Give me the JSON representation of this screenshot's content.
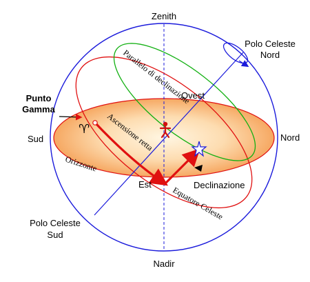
{
  "labels": {
    "zenith": "Zenith",
    "nadir": "Nadir",
    "nord": "Nord",
    "sud": "Sud",
    "ovest": "Ovest",
    "est": "Est",
    "polo_celeste_nord_line1": "Polo Celeste",
    "polo_celeste_nord_line2": "Nord",
    "polo_celeste_sud_line1": "Polo Celeste",
    "polo_celeste_sud_line2": "Sud",
    "punto_gamma_line1": "Punto",
    "punto_gamma_line2": "Gamma",
    "aries_symbol": "♈",
    "parallelo_di_declinazione": "Parallelo di declinazione",
    "ascensione_retta": "Ascensione retta",
    "orizzonte": "Orizzonte",
    "equatore_celeste": "Equatore Celeste",
    "declinazione": "Declinazione"
  },
  "colors": {
    "sphere": "#1a1adb",
    "horizon_fill_center": "#fff3d8",
    "horizon_fill_edge": "#f8b270",
    "equator": "#e01010",
    "parallel": "#12b012",
    "axis": "#1a1adb",
    "arrow": "#e01010",
    "star": "#1a1adb"
  }
}
